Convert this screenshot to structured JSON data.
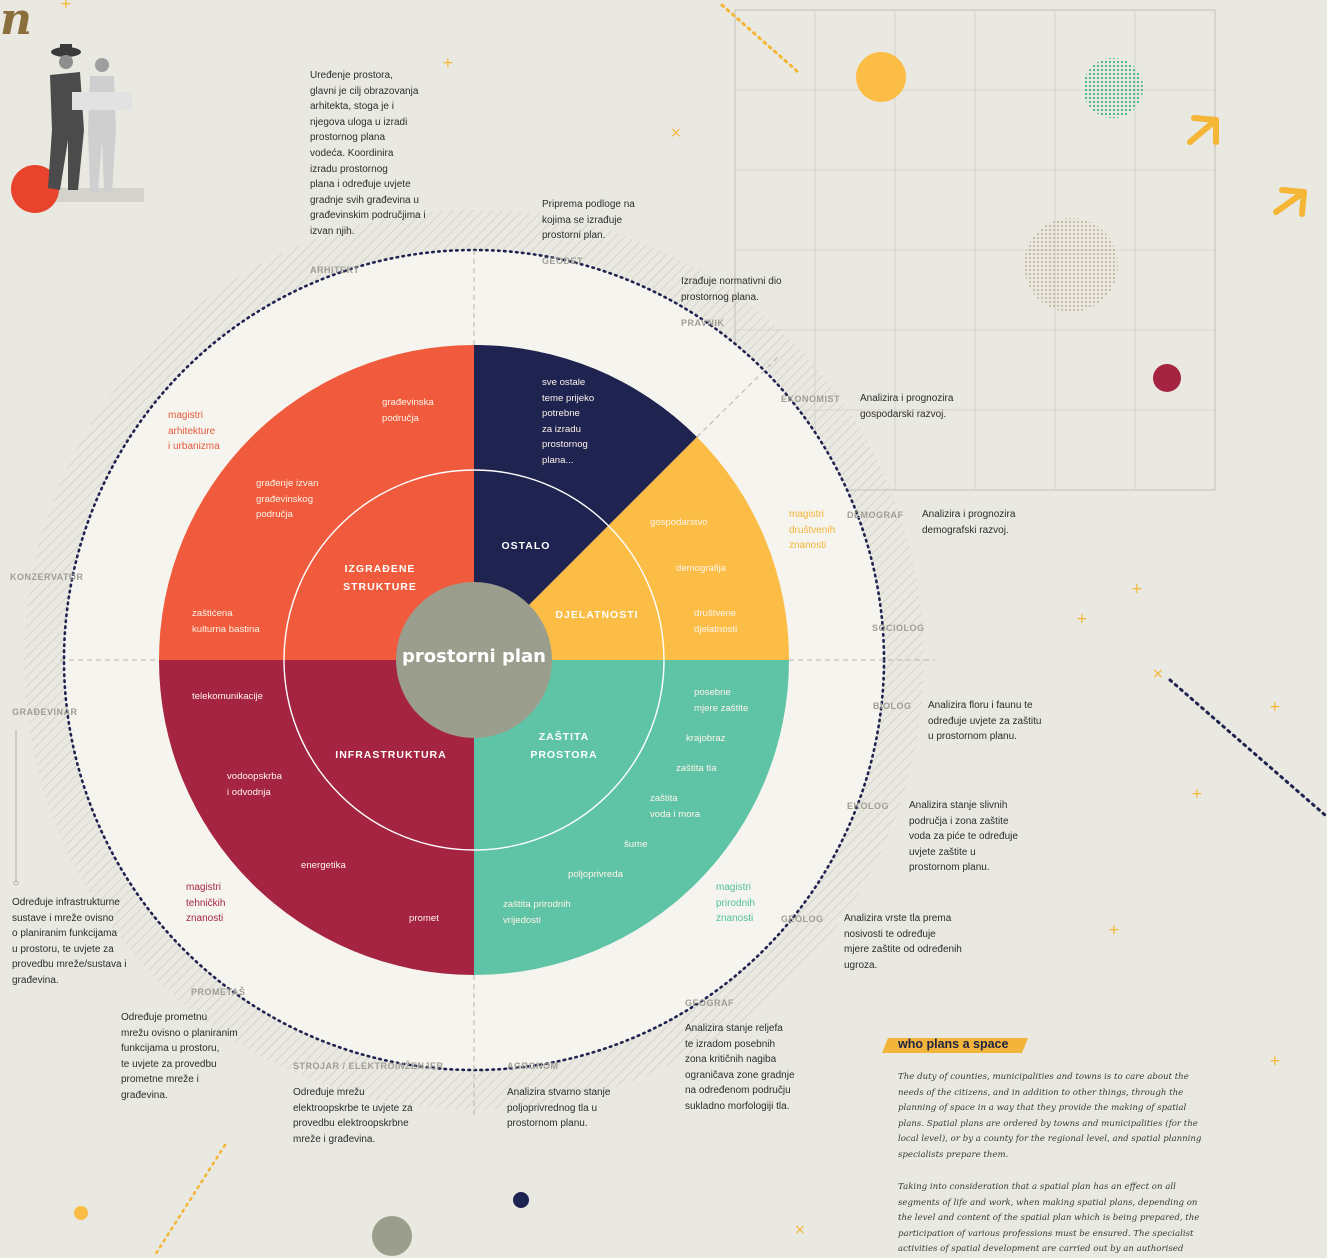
{
  "logo_letter": "n",
  "center": "prostorni plan",
  "categories": {
    "izgradene": "IZGRAĐENE\nSTRUKTURE",
    "ostalo": "OSTALO",
    "djelatnosti": "DJELATNOSTI",
    "infrastruktura": "INFRASTRUKTURA",
    "zastita": "ZAŠTITA\nPROSTORA"
  },
  "items": {
    "gradevinska_podrucja": "građevinska\npodručja",
    "gradenje_izvan": "građenje izvan\ngrađevinskog\npodručja",
    "zasticena": "zaštićena\nkulturna bastina",
    "sve_ostale": "sve ostale\nteme prijeko\npotrebne\nza izradu\nprostornog\nplana...",
    "gospodarstvo": "gospodarstvo",
    "demografija": "demografija",
    "drustvene_djelatnosti": "društvene\ndjelatnosti",
    "telekomunikacije": "telekomunikacije",
    "vodoopskrba": "vodoopskrba\ni odvodnja",
    "energetika": "energetika",
    "promet": "promet",
    "posebne_mjere": "posebne\nmjere zaštite",
    "krajobraz": "krajobraz",
    "zastita_tla": "zaštita tla",
    "zastita_voda": "zaštita\nvoda i mora",
    "sume": "šume",
    "poljoprivreda": "poljoprivreda",
    "zastita_prirodnih": "zaštita prirodnih\nvrijedosti"
  },
  "qualifications": {
    "arhitektura": "magistri\narhitekture\ni urbanizma",
    "drustvene": "magistri\ndruštvenih\nznanosti",
    "tehnicke": "magistri\ntehničkih\nznanosti",
    "prirodne": "magistri\nprirodnih\nznanosti"
  },
  "roles": {
    "arhitekt": "ARHITEKT",
    "geodet": "GEODET",
    "pravnik": "PRAVNIK",
    "ekonomist": "EKONOMIST",
    "demograf": "DEMOGRAF",
    "sociolog": "SOCIOLOG",
    "biolog": "BIOLOG",
    "ekolog": "EKOLOG",
    "geolog": "GEOLOG",
    "geograf": "GEOGRAF",
    "agronom": "AGRONOM",
    "strojar": "STROJAR / ELEKTROINŽENJER",
    "prometas": "PROMETAŠ",
    "gradevinar": "GRAĐEVINAR",
    "konzervator": "KONZERVATOR"
  },
  "descriptions": {
    "arhitekt": "Uređenje prostora,\nglavni je cilj obrazovanja\narhitekta, stoga je i\nnjegova uloga u izradi\nprostornog plana\nvodeća. Koordinira\nizradu prostornog\nplana i određuje uvjete\ngradnje svih građevina u\ngrađevinskim područjima i\nizvan njih.",
    "geodet": "Priprema podloge na\nkojima se izrađuje\nprostorni plan.",
    "pravnik": "Izrađuje normativni dio\nprostornog plana.",
    "ekonomist": "Analizira i prognozira\ngospodarski razvoj.",
    "demograf": "Analizira i prognozira\ndemografski razvoj.",
    "biolog": "Analizira floru i faunu te\nodređuje uvjete za zaštitu\nu prostornom planu.",
    "ekolog": "Analizira stanje slivnih\npodručja i zona zaštite\nvoda za piće te određuje\nuvjete zaštite u\nprostornom planu.",
    "geolog": "Analizira vrste tla prema\nnosivosti te određuje\nmjere zaštite od određenih\nugroza.",
    "geograf": "Analizira stanje reljefa\nte izradom posebnih\nzona kritičnih nagiba\nograničava zone gradnje\nna određenom području\nsukladno morfologiji tla.",
    "agronom": "Analizira stvarno stanje\npoljoprivrednog tla u\nprostornom planu.",
    "strojar": "Određuje mrežu\nelektroopskrbe te uvjete za\nprovedbu elektroopskrbne\nmreže i građevina.",
    "prometas": "Određuje prometnu\nmrežu ovisno o planiranim\nfunkcijama u prostoru,\nte uvjete za provedbu\nprometne mreže i\ngrađevina.",
    "gradevinar": "Određuje infrastrukturne\nsustave i mreže ovisno\no planiranim funkcijama\nu prostoru, te uvjete za\nprovedbu mreže/sustava i\ngrađevina."
  },
  "english": {
    "heading": "who plans a space",
    "p1": "The duty of counties, municipalities and towns is to care about the needs of the citizens, and in addition to other things, through the planning of space in a way that they provide the making of spatial plans. Spatial plans are ordered by towns and municipalities (for the local level), or by a county for the regional level, and spatial planning specialists prepare them.",
    "p2": "Taking into consideration that a spatial plan has an effect on all segments of life and work, when making spatial plans, depending on the level and content of the spatial plan which is being prepared, the participation of various professions must be ensured. The specialist activities of spatial development are carried out by an authorised"
  },
  "colors": {
    "background": "#e9e8e1",
    "orange_red": "#ef5b3c",
    "navy": "#1e2350",
    "yellow": "#fbbd45",
    "teal": "#5fc4a6",
    "crimson": "#a52441",
    "center": "#9c9e8d",
    "ring": "#f6f4ee"
  },
  "icons": [
    "architects-photo-icon",
    "yellow-arrow-icon",
    "sparkle-icon"
  ]
}
